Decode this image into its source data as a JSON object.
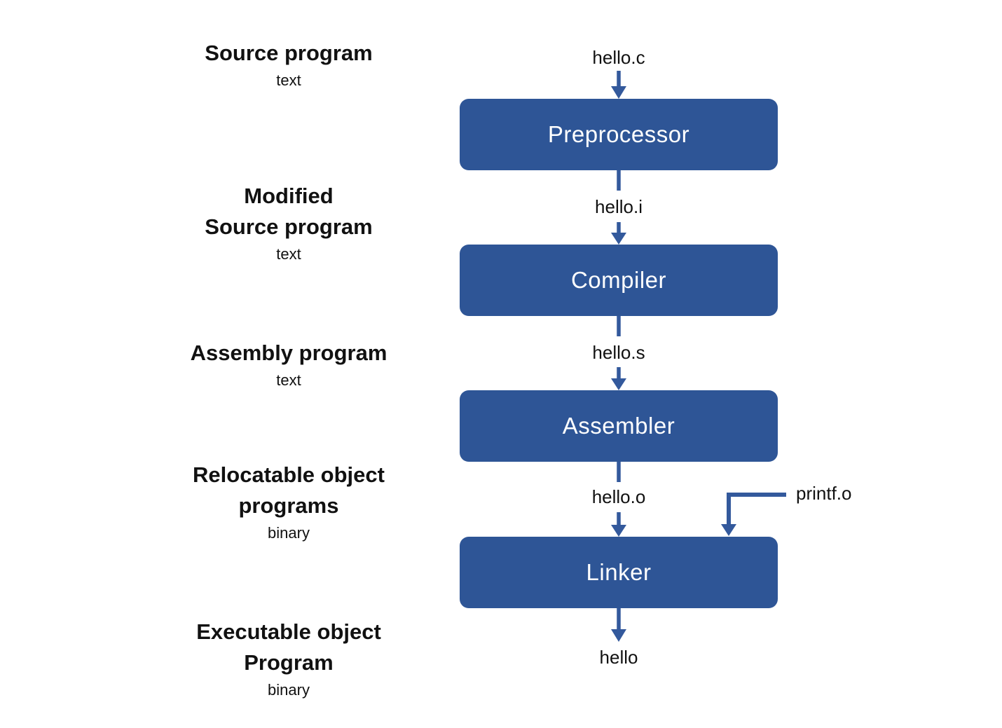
{
  "diagram": {
    "side_labels": [
      {
        "lines": [
          "Source program"
        ],
        "sub": "text"
      },
      {
        "lines": [
          "Modified",
          "Source program"
        ],
        "sub": "text"
      },
      {
        "lines": [
          "Assembly program"
        ],
        "sub": "text"
      },
      {
        "lines": [
          "Relocatable object",
          "programs"
        ],
        "sub": "binary"
      },
      {
        "lines": [
          "Executable object",
          "Program"
        ],
        "sub": "binary"
      }
    ],
    "process_boxes": [
      {
        "label": "Preprocessor"
      },
      {
        "label": "Compiler"
      },
      {
        "label": "Assembler"
      },
      {
        "label": "Linker"
      }
    ],
    "file_labels": [
      {
        "text": "hello.c"
      },
      {
        "text": "hello.i"
      },
      {
        "text": "hello.s"
      },
      {
        "text": "hello.o"
      },
      {
        "text": "hello"
      }
    ],
    "library_input": {
      "text": "printf.o"
    },
    "colors": {
      "box_fill": "#2e5596",
      "arrow": "#33599c",
      "text": "#111111",
      "box_text": "#ffffff"
    }
  }
}
